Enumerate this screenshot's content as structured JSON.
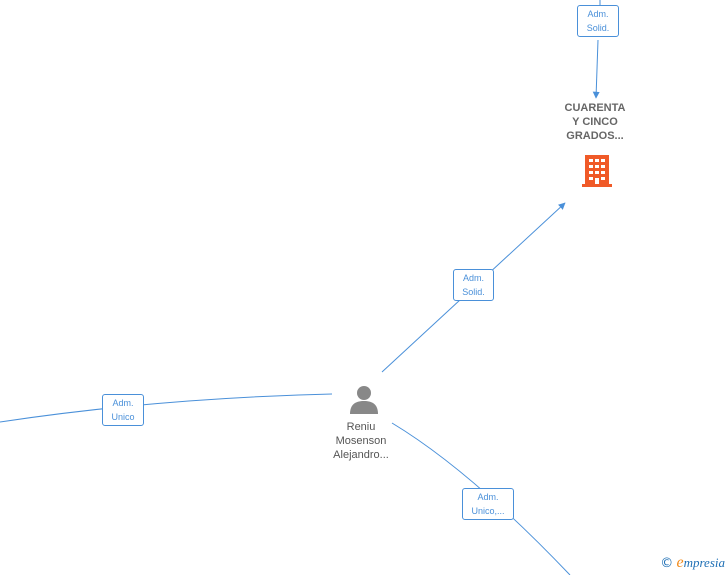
{
  "colors": {
    "edge": "#4a90d9",
    "company_icon": "#f05a28",
    "person_icon": "#888888",
    "brand_blue": "#1e6fb5",
    "brand_orange": "#f28c1e"
  },
  "nodes": {
    "company": {
      "line1": "CUARENTA",
      "line2": "Y CINCO",
      "line3": "GRADOS...",
      "icon": "building-icon"
    },
    "person": {
      "line1": "Reniu",
      "line2": "Mosenson",
      "line3": "Alejandro...",
      "icon": "person-icon"
    }
  },
  "edges": {
    "top": {
      "line1": "Adm.",
      "line2": "Solid."
    },
    "middle": {
      "line1": "Adm.",
      "line2": "Solid."
    },
    "left": {
      "line1": "Adm.",
      "line2": "Unico"
    },
    "bottom": {
      "line1": "Adm.",
      "line2": "Unico,..."
    }
  },
  "watermark": {
    "copyright": "©",
    "brand_initial": "e",
    "brand_rest": "mpresia"
  }
}
